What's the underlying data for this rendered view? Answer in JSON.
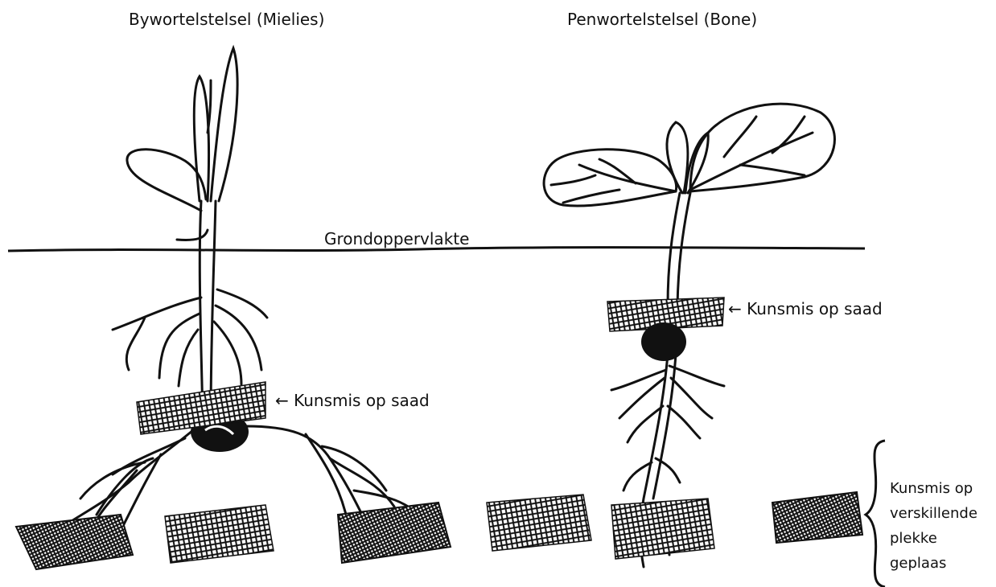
{
  "diagram": {
    "title_fibrous": "Bywortelstelsel (Mielies)",
    "title_taproot": "Penwortelstelsel (Bone)",
    "ground_label": "Grondoppervlakte",
    "fertilizer_label_fibrous": "← Kunsmis op saad",
    "fertilizer_label_taproot": "← Kunsmis op saad",
    "side_note_lines": [
      "Kunsmis op",
      "verskillende",
      "plekke",
      "geplaas"
    ],
    "colors": {
      "ink": "#111111",
      "background": "#ffffff"
    }
  }
}
